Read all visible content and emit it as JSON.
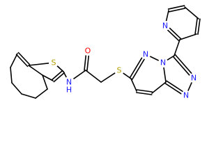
{
  "colors": {
    "background": "#ffffff",
    "bond": "#000000",
    "S": "#b3a000",
    "N": "#1a1aff",
    "O": "#ff0000",
    "C": "#000000"
  },
  "atom_labels": {
    "s_thiophene": "S",
    "s_thioether": "S",
    "n_amide": "N",
    "h_amide": "H",
    "o_carbonyl": "O",
    "n_pyridazine_1": "N",
    "n_pyridazine_2": "N",
    "n_triazole_1": "N",
    "n_triazole_2": "N",
    "n_pyridine": "N"
  },
  "molecule": {
    "atoms": [
      {
        "id": "c1",
        "el": "C"
      },
      {
        "id": "c2",
        "el": "C"
      },
      {
        "id": "c3",
        "el": "C"
      },
      {
        "id": "c4",
        "el": "C"
      },
      {
        "id": "c5",
        "el": "C"
      },
      {
        "id": "c6",
        "el": "C"
      },
      {
        "id": "c7",
        "el": "C"
      },
      {
        "id": "c8",
        "el": "C"
      },
      {
        "id": "s1",
        "el": "S",
        "label": "s_thiophene"
      },
      {
        "id": "c9",
        "el": "C"
      },
      {
        "id": "c10",
        "el": "C"
      },
      {
        "id": "n1",
        "el": "N",
        "label": "n_amide"
      },
      {
        "id": "c11",
        "el": "C"
      },
      {
        "id": "o1",
        "el": "O",
        "label": "o_carbonyl"
      },
      {
        "id": "c12",
        "el": "C"
      },
      {
        "id": "s2",
        "el": "S",
        "label": "s_thioether"
      },
      {
        "id": "c13",
        "el": "C"
      },
      {
        "id": "n2",
        "el": "N",
        "label": "n_pyridazine_1"
      },
      {
        "id": "n3",
        "el": "N",
        "label": "n_pyridazine_2"
      },
      {
        "id": "c14",
        "el": "C"
      },
      {
        "id": "n4",
        "el": "N",
        "label": "n_triazole_1"
      },
      {
        "id": "n5",
        "el": "N",
        "label": "n_triazole_2"
      },
      {
        "id": "c15",
        "el": "C"
      },
      {
        "id": "c16",
        "el": "C"
      },
      {
        "id": "c17",
        "el": "C"
      },
      {
        "id": "c18",
        "el": "C"
      },
      {
        "id": "n6",
        "el": "N",
        "label": "n_pyridine"
      },
      {
        "id": "c19",
        "el": "C"
      },
      {
        "id": "c20",
        "el": "C"
      },
      {
        "id": "c21",
        "el": "C"
      },
      {
        "id": "c22",
        "el": "C"
      }
    ],
    "bonds": [
      {
        "a": "c1",
        "b": "c2",
        "order": 1
      },
      {
        "a": "c2",
        "b": "c3",
        "order": 1
      },
      {
        "a": "c3",
        "b": "c4",
        "order": 1
      },
      {
        "a": "c4",
        "b": "c5",
        "order": 1
      },
      {
        "a": "c5",
        "b": "c6",
        "order": 1
      },
      {
        "a": "c6",
        "b": "c7",
        "order": 1
      },
      {
        "a": "c7",
        "b": "c8",
        "order": 1
      },
      {
        "a": "c1",
        "b": "c8",
        "order": 2
      },
      {
        "a": "c8",
        "b": "s1",
        "order": 1
      },
      {
        "a": "s1",
        "b": "c10",
        "order": 1
      },
      {
        "a": "c10",
        "b": "c9",
        "order": 2
      },
      {
        "a": "c9",
        "b": "c7",
        "order": 1
      },
      {
        "a": "c10",
        "b": "n1",
        "order": 1
      },
      {
        "a": "n1",
        "b": "c11",
        "order": 1
      },
      {
        "a": "c11",
        "b": "o1",
        "order": 2
      },
      {
        "a": "c11",
        "b": "c12",
        "order": 1
      },
      {
        "a": "c12",
        "b": "s2",
        "order": 1
      },
      {
        "a": "s2",
        "b": "c13",
        "order": 1
      },
      {
        "a": "c13",
        "b": "n2",
        "order": 2
      },
      {
        "a": "n2",
        "b": "n3",
        "order": 1
      },
      {
        "a": "n3",
        "b": "c14",
        "order": 1
      },
      {
        "a": "n3",
        "b": "c15",
        "order": 1
      },
      {
        "a": "c14",
        "b": "n4",
        "order": 2
      },
      {
        "a": "n4",
        "b": "n5",
        "order": 1
      },
      {
        "a": "n5",
        "b": "c15",
        "order": 2
      },
      {
        "a": "c15",
        "b": "c16",
        "order": 1
      },
      {
        "a": "c16",
        "b": "c17",
        "order": 2
      },
      {
        "a": "c17",
        "b": "c13",
        "order": 1
      },
      {
        "a": "c14",
        "b": "c18",
        "order": 1
      },
      {
        "a": "c18",
        "b": "n6",
        "order": 2
      },
      {
        "a": "n6",
        "b": "c19",
        "order": 1
      },
      {
        "a": "c19",
        "b": "c20",
        "order": 2
      },
      {
        "a": "c20",
        "b": "c21",
        "order": 1
      },
      {
        "a": "c21",
        "b": "c22",
        "order": 2
      },
      {
        "a": "c22",
        "b": "c18",
        "order": 1
      }
    ]
  }
}
